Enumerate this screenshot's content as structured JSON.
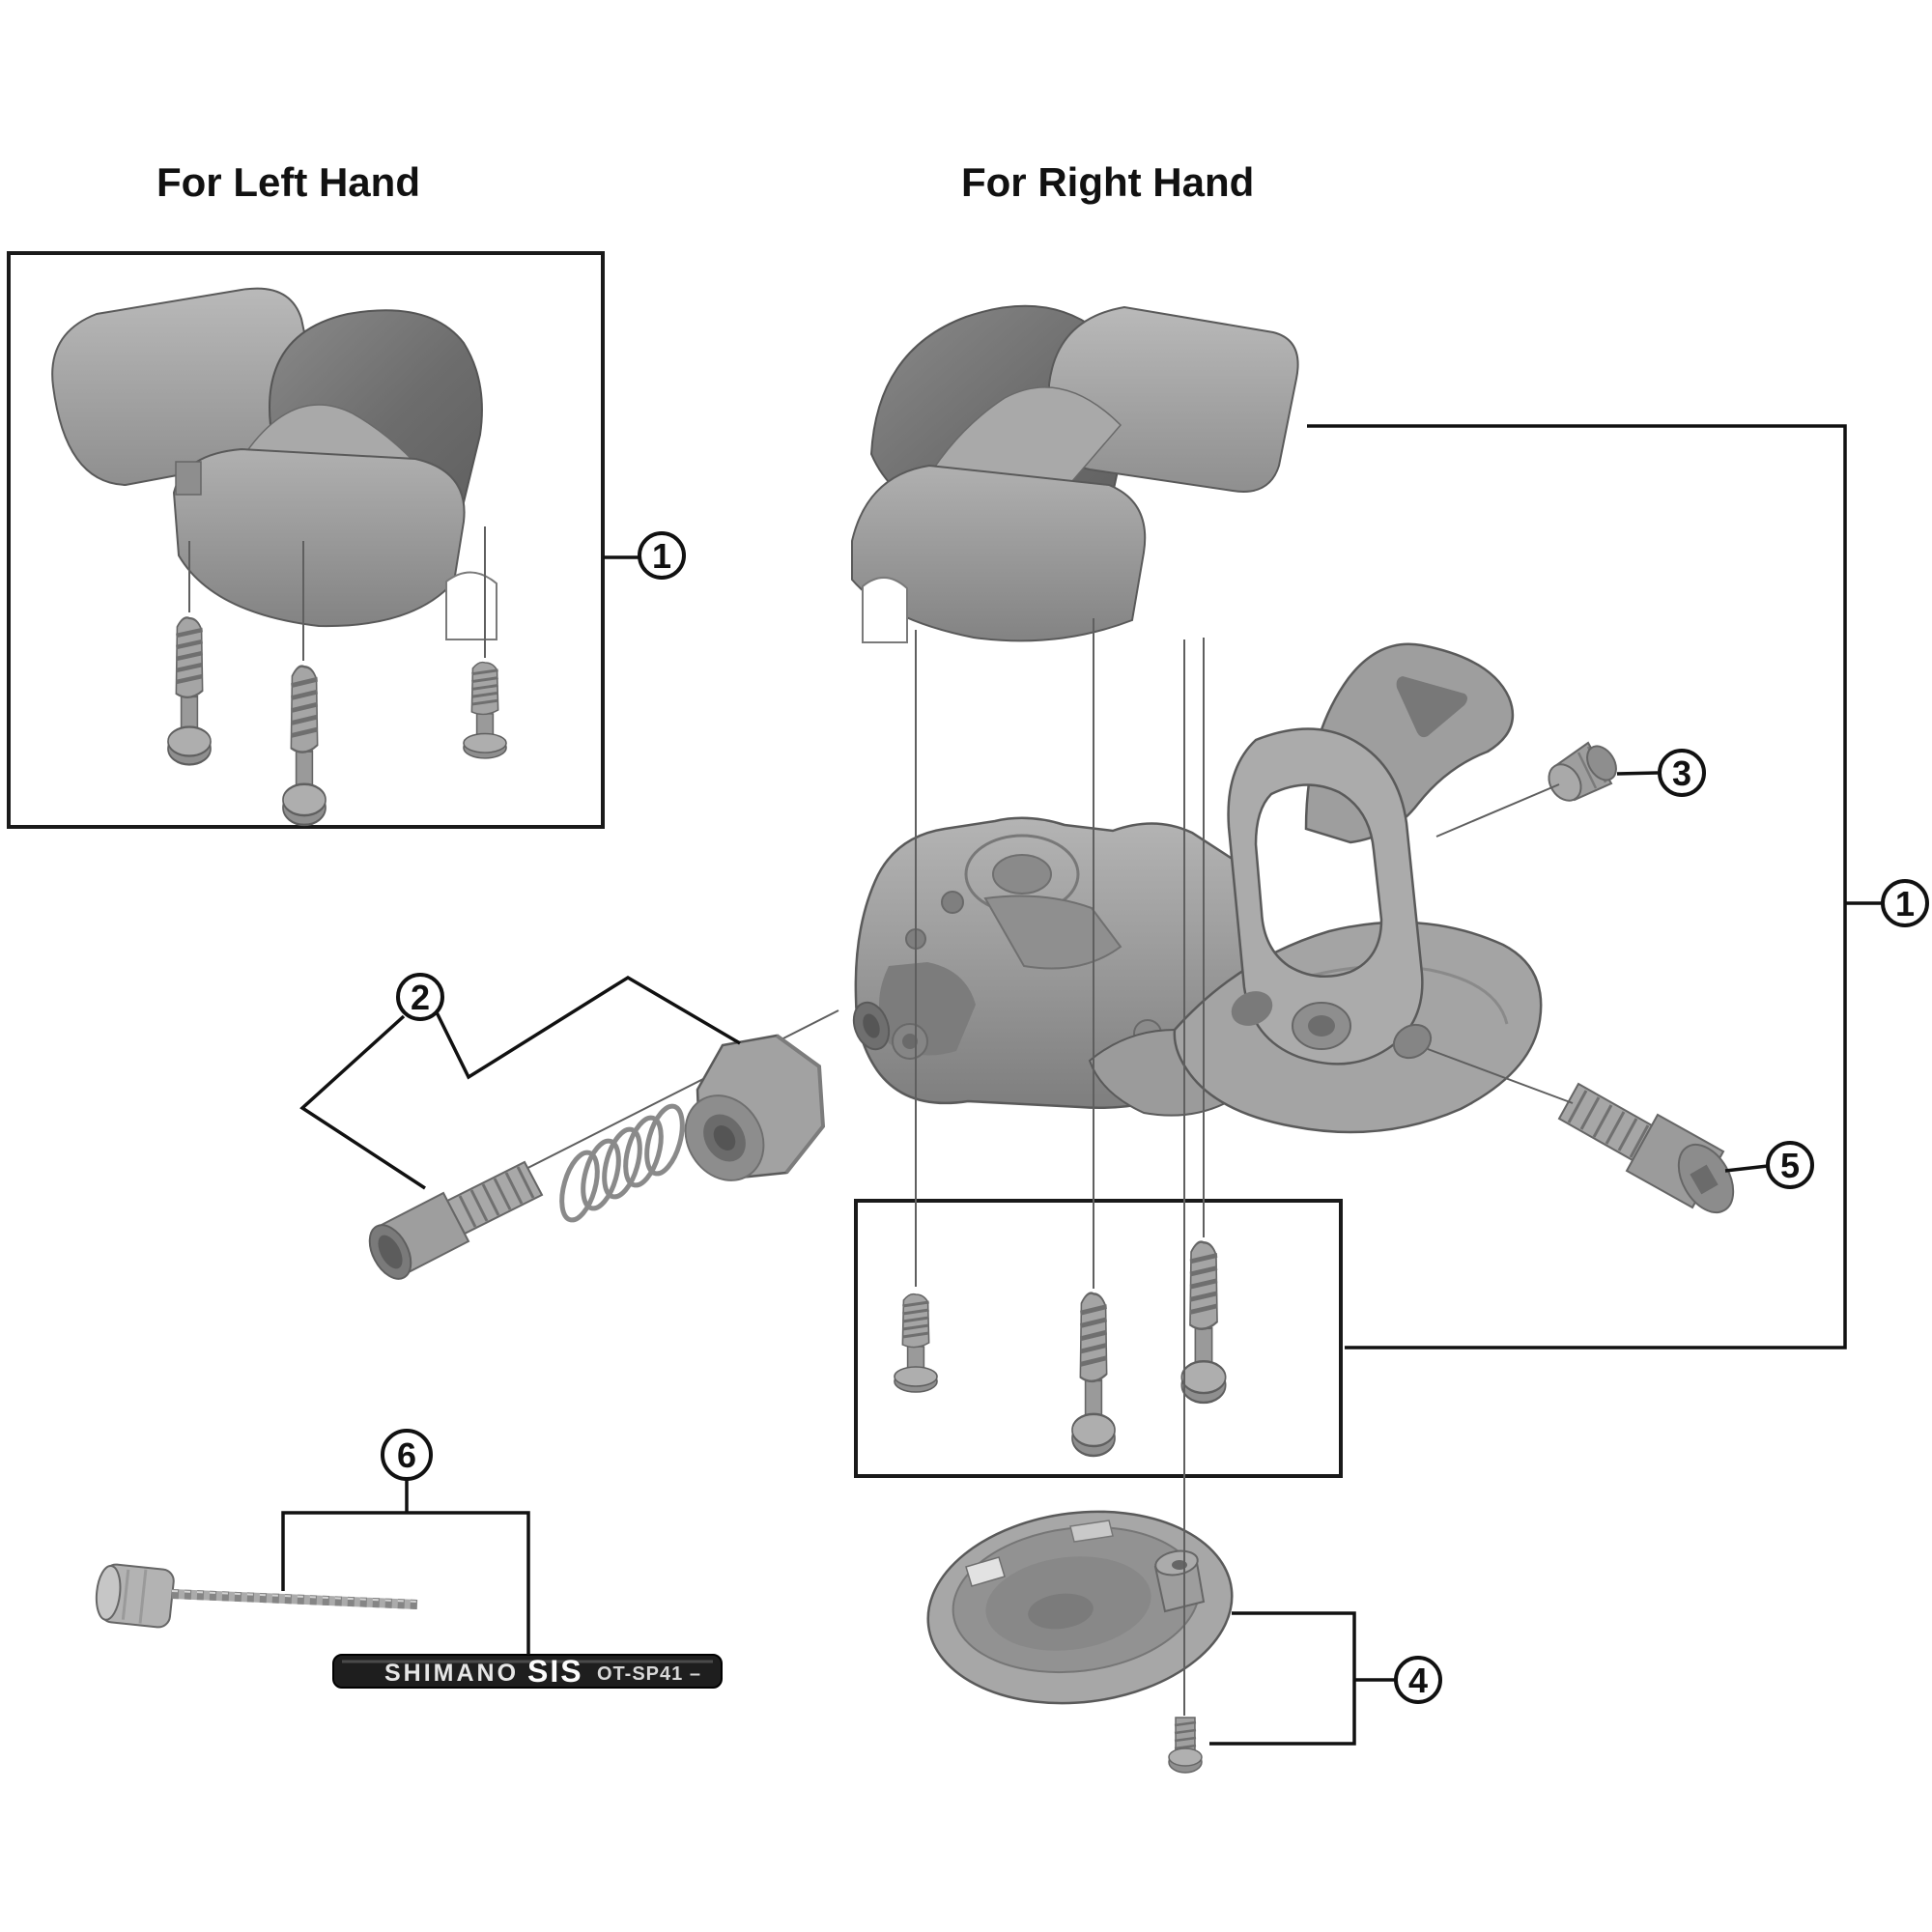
{
  "diagram": {
    "title_left": "For Left Hand",
    "title_right": "For Right Hand"
  },
  "callouts": {
    "left_cover_group": "1",
    "right_shifter_group": "1",
    "cable_adjuster_group": "2",
    "end_plug": "3",
    "bottom_cover_group": "4",
    "clamp_bolt": "5",
    "shift_cable_group": "6"
  },
  "housing_print": {
    "brand": "SHIMANO",
    "series": "SIS",
    "model": "OT-SP41 –"
  }
}
